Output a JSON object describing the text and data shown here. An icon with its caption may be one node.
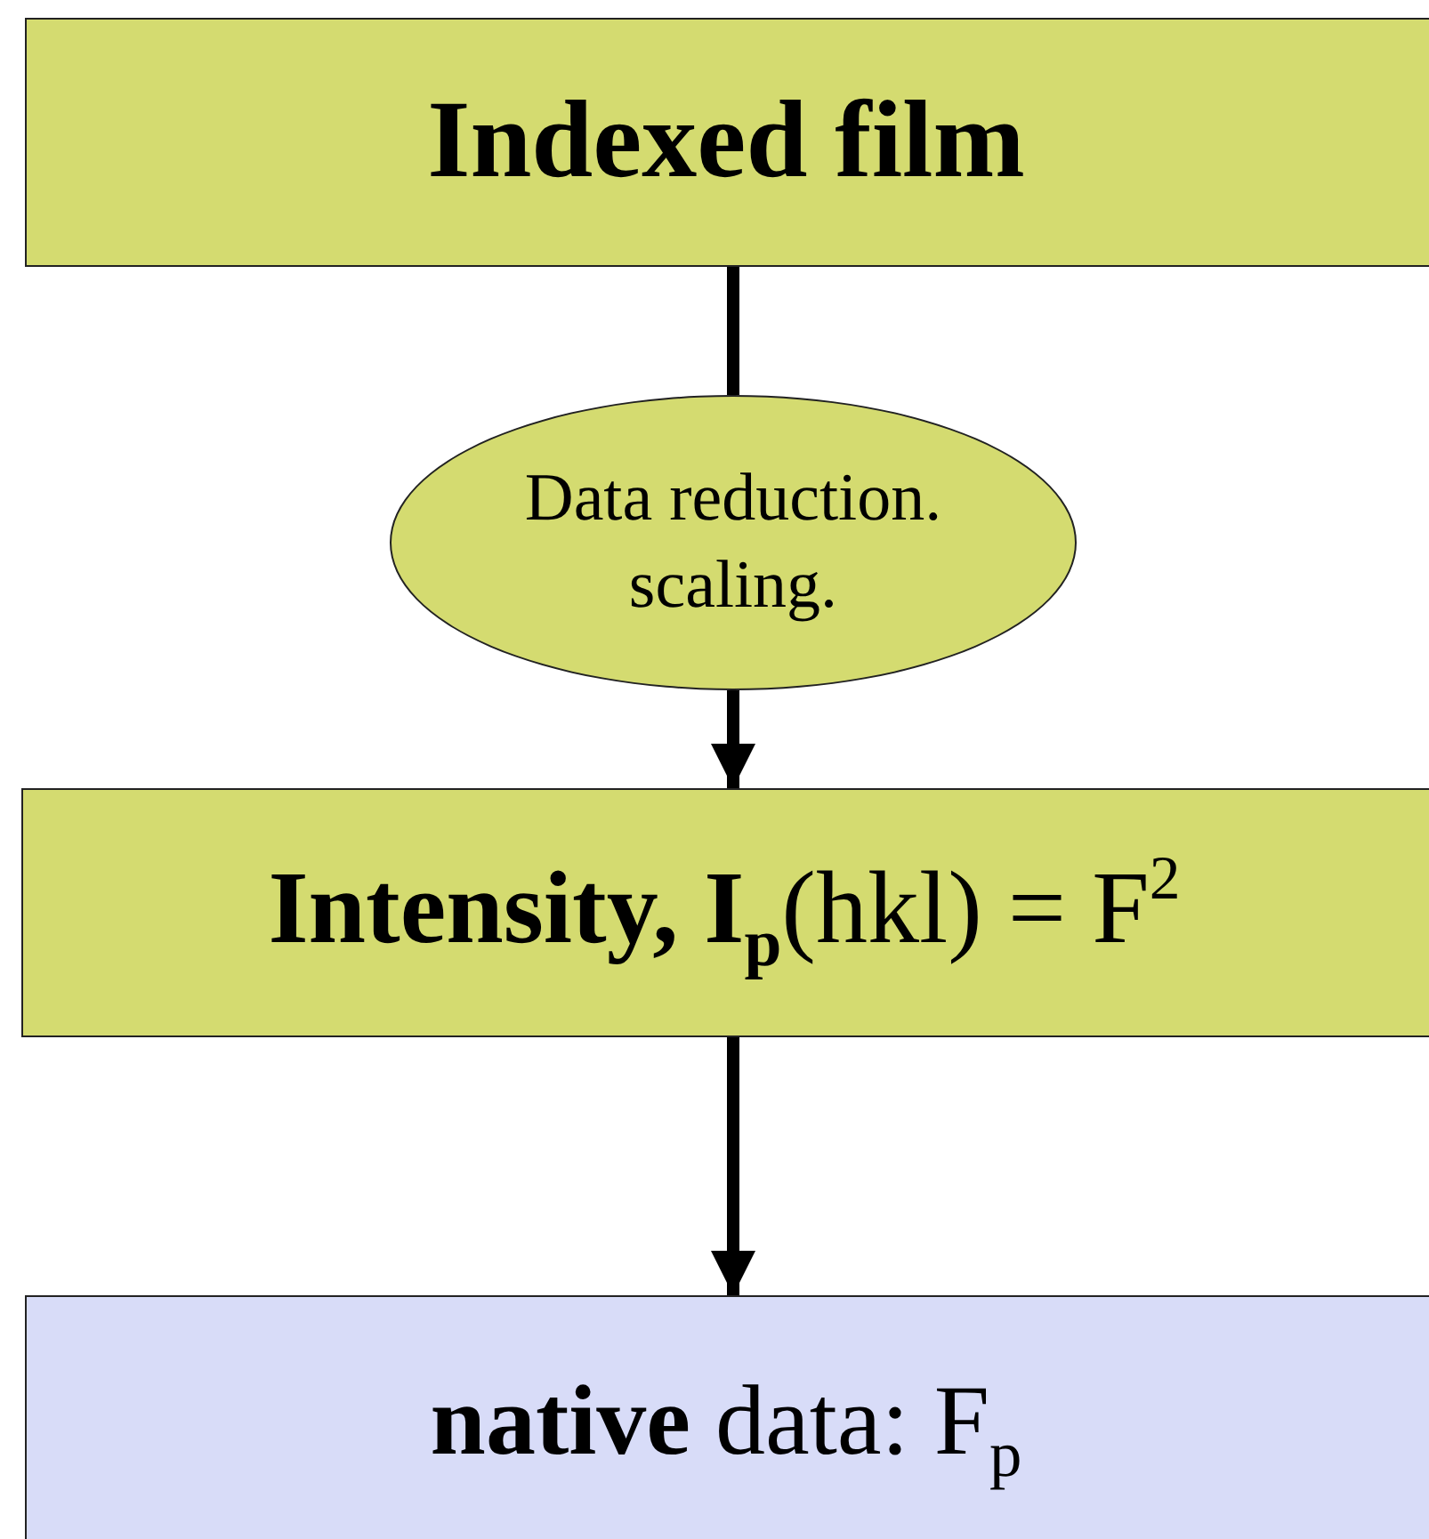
{
  "diagram": {
    "nodes": [
      {
        "text": [
          "Indexed film"
        ]
      },
      {
        "text": [
          "Data reduction. scaling."
        ]
      },
      {
        "text": [
          "**Intensity, I**$_{p}$(hkl) = F$^{2}$"
        ]
      },
      {
        "text": [
          "**native** data: F$_{p}$"
        ]
      }
    ],
    "edges": [
      {
        "from": 0,
        "to": 1,
        "arrow": "none"
      },
      {
        "from": 1,
        "to": 2,
        "arrow": "to"
      },
      {
        "from": 2,
        "to": 3,
        "arrow": "to"
      }
    ]
  }
}
